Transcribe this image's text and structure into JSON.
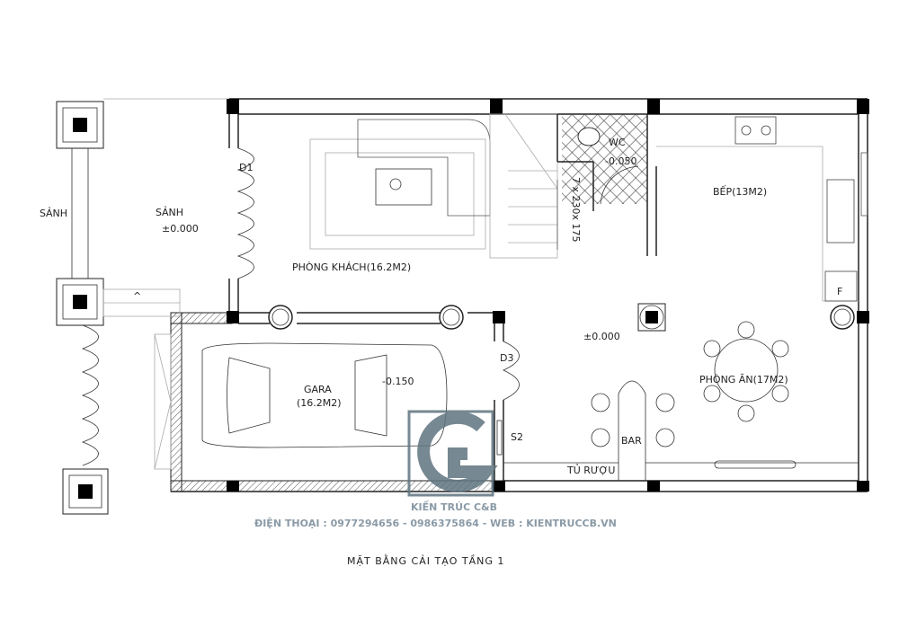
{
  "plan": {
    "title": "MẶT BẰNG CẢI TẠO TẦNG 1",
    "rooms": {
      "sanh_outer": "SẢNH",
      "sanh_inner": "SẢNH",
      "sanh_level": "±0.000",
      "living": "PHÒNG KHÁCH(16.2M2)",
      "wc": "WC",
      "wc_level": "-0.050",
      "stairs": "7 x 230x 175",
      "kitchen": "BẾP(13M2)",
      "hall_level": "±0.000",
      "garage": "GARA",
      "garage_area": "(16.2M2)",
      "garage_level": "-0.150",
      "dining": "PHÒNG ĂN(17M2)",
      "bar": "BAR",
      "wine_cabinet": "TỦ RƯỢU"
    },
    "doors": {
      "d1": "D1",
      "d3": "D3",
      "s2": "S2",
      "fridge": "F"
    },
    "ramp_mark": "^"
  },
  "branding": {
    "company": "KIẾN TRÚC C&B",
    "contact": "ĐIỆN THOẠI : 0977294656 - 0986375864 - WEB : KIENTRUCCB.VN",
    "logo_color": "#5f7480"
  }
}
